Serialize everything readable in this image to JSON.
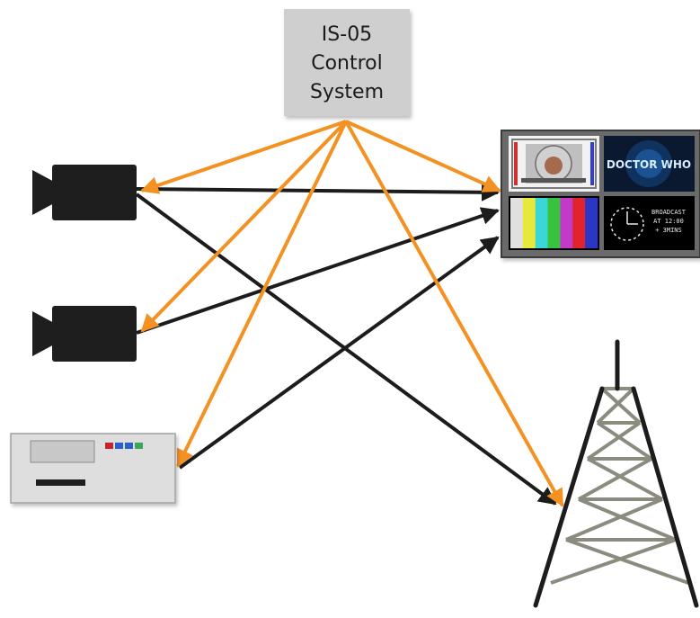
{
  "control_system": {
    "lines": [
      "IS-05",
      "Control",
      "System"
    ]
  },
  "monitor": {
    "logo_text": "DOCTOR WHO",
    "clock_text": [
      "BROADCAST",
      "AT 12:00",
      "+ 3MINS"
    ],
    "color_bars": [
      "#e0e0e0",
      "#e8e83a",
      "#3bd6d6",
      "#39c23f",
      "#c23ac8",
      "#e0242b",
      "#2b36c7"
    ]
  },
  "recorder": {
    "indicator_colors": [
      "#c8232b",
      "#2a5fd0",
      "#2a5fd0",
      "#3aa65a"
    ]
  },
  "colors": {
    "control_arrow": "#f39223",
    "signal_arrow": "#1c1c1c",
    "control_box": "#cfcfcf",
    "tower_brace": "#8b8b80"
  },
  "icons": [
    "camera-icon",
    "camera-icon",
    "recorder-device",
    "multiviewer-monitor",
    "transmitter-tower"
  ]
}
